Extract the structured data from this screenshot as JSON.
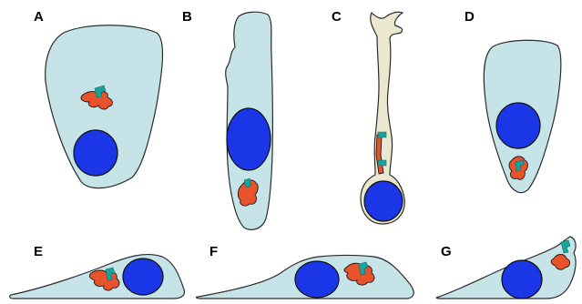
{
  "panels": {
    "A": {
      "label": "A"
    },
    "B": {
      "label": "B"
    },
    "C": {
      "label": "C"
    },
    "D": {
      "label": "D"
    },
    "E": {
      "label": "E"
    },
    "F": {
      "label": "F"
    },
    "G": {
      "label": "G"
    }
  },
  "colors": {
    "cell_fill": "#c6e4e8",
    "cell_fill_c": "#ece8cf",
    "nucleus": "#1b36e6",
    "golgi": "#e8532b",
    "centrosome": "#1aa39a",
    "outline": "#2b2b2b"
  }
}
